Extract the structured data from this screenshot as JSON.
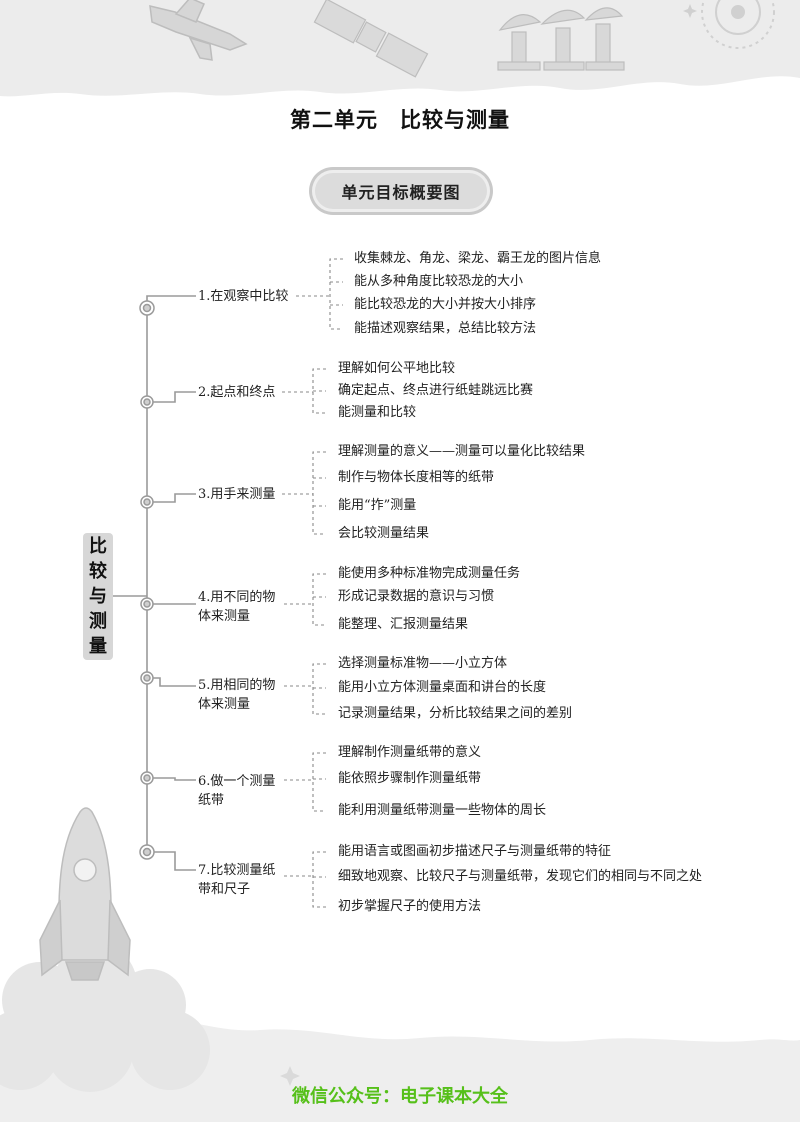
{
  "header": {
    "title_part1": "第二单元",
    "title_part2": "比较与测量",
    "badge": "单元目标概要图"
  },
  "side_label": [
    "比",
    "较",
    "与",
    "测",
    "量"
  ],
  "branches": [
    {
      "label": "1.在观察中比较",
      "items": [
        "收集棘龙、角龙、梁龙、霸王龙的图片信息",
        "能从多种角度比较恐龙的大小",
        "能比较恐龙的大小并按大小排序",
        "能描述观察结果，总结比较方法"
      ]
    },
    {
      "label": "2.起点和终点",
      "items": [
        "理解如何公平地比较",
        "确定起点、终点进行纸蛙跳远比赛",
        "能测量和比较"
      ]
    },
    {
      "label": "3.用手来测量",
      "items": [
        "理解测量的意义——测量可以量化比较结果",
        "制作与物体长度相等的纸带",
        "能用“拃”测量",
        "会比较测量结果"
      ]
    },
    {
      "label": "4.用不同的物体来测量",
      "items": [
        "能使用多种标准物完成测量任务",
        "形成记录数据的意识与习惯",
        "能整理、汇报测量结果"
      ]
    },
    {
      "label": "5.用相同的物体来测量",
      "items": [
        "选择测量标准物——小立方体",
        "能用小立方体测量桌面和讲台的长度",
        "记录测量结果，分析比较结果之间的差别"
      ]
    },
    {
      "label": "6.做一个测量纸带",
      "items": [
        "理解制作测量纸带的意义",
        "能依照步骤制作测量纸带",
        "能利用测量纸带测量一些物体的周长"
      ]
    },
    {
      "label": "7.比较测量纸带和尺子",
      "items": [
        "能用语言或图画初步描述尺子与测量纸带的特征",
        "细致地观察、比较尺子与测量纸带，发现它们的相同与不同之处",
        "初步掌握尺子的使用方法"
      ]
    }
  ],
  "footer": "微信公众号：电子课本大全"
}
